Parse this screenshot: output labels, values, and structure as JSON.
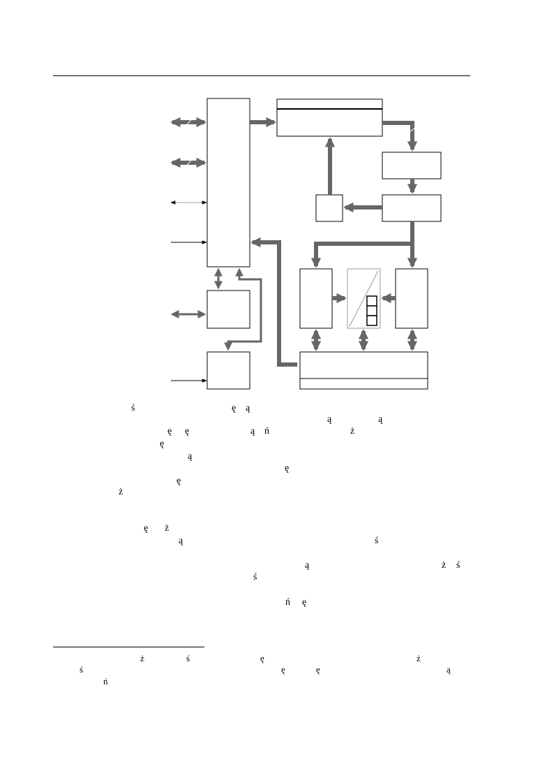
{
  "diagram": {
    "type": "block-diagram",
    "blocks": [
      "central-block",
      "top-wide-block",
      "right-middle-block",
      "right-lower-block",
      "small-square-block",
      "left-lower-block",
      "left-bottom-block",
      "bottom-left-tall-block",
      "middle-striped-block",
      "bottom-right-tall-block",
      "bottom-wide-block"
    ]
  },
  "text_fragments": [
    {
      "id": "f1",
      "text": "ś"
    },
    {
      "id": "f2",
      "text": "ę"
    },
    {
      "id": "f3",
      "text": "ą"
    },
    {
      "id": "f4",
      "text": "ą"
    },
    {
      "id": "f5",
      "text": "ą"
    },
    {
      "id": "f6",
      "text": "ę"
    },
    {
      "id": "f7",
      "text": "ę"
    },
    {
      "id": "f8",
      "text": "ą"
    },
    {
      "id": "f9",
      "text": "ń"
    },
    {
      "id": "f10",
      "text": "ż"
    },
    {
      "id": "f11",
      "text": "ę"
    },
    {
      "id": "f12",
      "text": "ą"
    },
    {
      "id": "f13",
      "text": "ę"
    },
    {
      "id": "f14",
      "text": "ę"
    },
    {
      "id": "f15",
      "text": "ż"
    },
    {
      "id": "f16",
      "text": "ę"
    },
    {
      "id": "f17",
      "text": "ż"
    },
    {
      "id": "f18",
      "text": "ą"
    },
    {
      "id": "f19",
      "text": "ś"
    },
    {
      "id": "f20",
      "text": "ą"
    },
    {
      "id": "f21",
      "text": "ż"
    },
    {
      "id": "f22",
      "text": "ś"
    },
    {
      "id": "f23",
      "text": "ś"
    },
    {
      "id": "f24",
      "text": "ń"
    },
    {
      "id": "f25",
      "text": "ę"
    }
  ],
  "footnote_fragments": [
    {
      "id": "n1",
      "text": "ż"
    },
    {
      "id": "n2",
      "text": "ś"
    },
    {
      "id": "n3",
      "text": "ę"
    },
    {
      "id": "n4",
      "text": "ż"
    },
    {
      "id": "n5",
      "text": "ś"
    },
    {
      "id": "n6",
      "text": "ę"
    },
    {
      "id": "n7",
      "text": "ę"
    },
    {
      "id": "n8",
      "text": "ą"
    },
    {
      "id": "n9",
      "text": "ń"
    }
  ],
  "colors": {
    "arrow": "#666666",
    "line": "#000000",
    "background": "#ffffff"
  }
}
